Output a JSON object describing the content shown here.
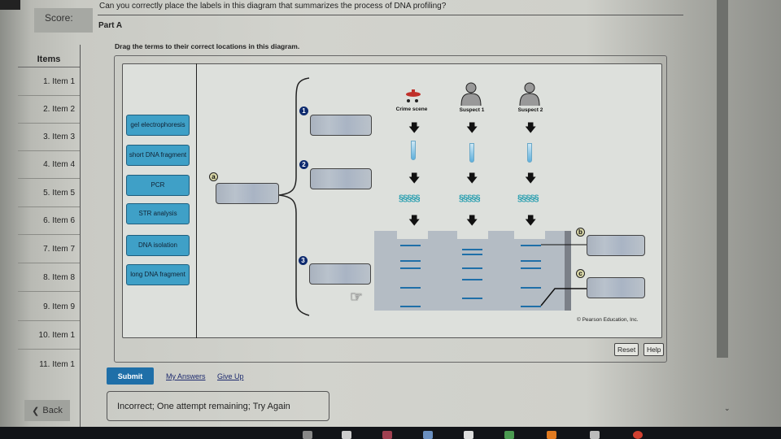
{
  "header": {
    "score_label": "Score:",
    "question": "Can you correctly place the labels in this diagram that summarizes the process of DNA profiling?",
    "part": "Part A",
    "instructions": "Drag the terms to their correct locations in this diagram."
  },
  "sidebar": {
    "heading": "Items",
    "items": [
      {
        "label": "1. Item 1"
      },
      {
        "label": "2. Item 2"
      },
      {
        "label": "3. Item 3"
      },
      {
        "label": "4. Item 4"
      },
      {
        "label": "5. Item 5"
      },
      {
        "label": "6. Item 6"
      },
      {
        "label": "7. Item 7"
      },
      {
        "label": "8. Item 8"
      },
      {
        "label": "9. Item 9"
      },
      {
        "label": "10. Item 1"
      },
      {
        "label": "11. Item 1"
      }
    ],
    "back_label": "Back"
  },
  "terms": [
    {
      "label": "gel electrophoresis"
    },
    {
      "label": "short DNA fragment"
    },
    {
      "label": "PCR"
    },
    {
      "label": "STR analysis"
    },
    {
      "label": "DNA isolation"
    },
    {
      "label": "long DNA fragment"
    }
  ],
  "diagram": {
    "badges": {
      "a": "a",
      "b": "b",
      "c": "c",
      "one": "1",
      "two": "2",
      "three": "3"
    },
    "subjects": [
      {
        "label": "Crime scene",
        "icon": "blood-drop-icon"
      },
      {
        "label": "Suspect 1",
        "icon": "person-icon"
      },
      {
        "label": "Suspect 2",
        "icon": "person-icon"
      }
    ],
    "copyright": "© Pearson Education, Inc.",
    "reset_label": "Reset",
    "help_label": "Help"
  },
  "actions": {
    "submit_label": "Submit",
    "my_answers_label": "My Answers",
    "give_up_label": "Give Up",
    "feedback": "Incorrect; One attempt remaining; Try Again"
  },
  "colors": {
    "term_fill": "#3fa0c7",
    "submit_blue": "#1f6fa8",
    "badge_navy": "#0d2a6e",
    "crime_red": "#c0302a"
  }
}
